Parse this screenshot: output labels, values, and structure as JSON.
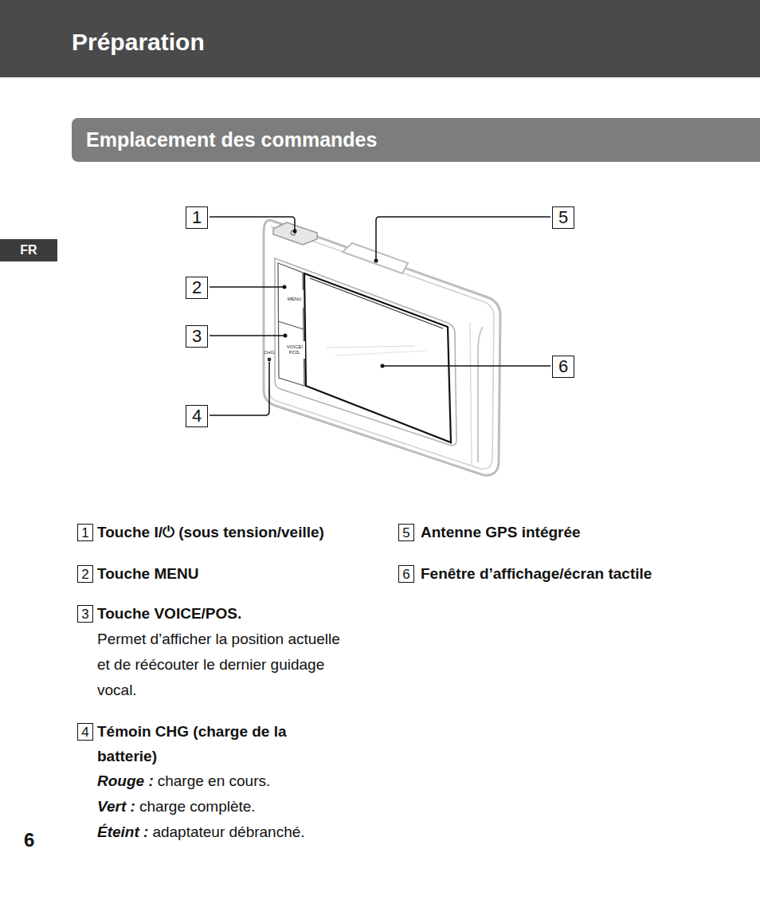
{
  "diagram": {
    "nodes": [
      {
        "text": [
          "Préparation"
        ]
      },
      {
        "text": [
          "Emplacement des commandes"
        ]
      },
      {
        "text": [
          "FR"
        ]
      },
      {
        "text": [
          "1"
        ]
      },
      {
        "text": [
          "5"
        ]
      },
      {
        "text": [
          "2"
        ]
      },
      {
        "text": [
          "MENU"
        ]
      },
      {
        "text": [
          "3"
        ]
      },
      {
        "text": [
          "VOICE/ POS."
        ]
      },
      {
        "text": [
          "6"
        ]
      },
      {
        "text": [
          "4"
        ]
      },
      {
        "text": [
          "1"
        ]
      },
      {
        "text": [
          "2"
        ]
      },
      {
        "text": [
          "3"
        ]
      },
      {
        "text": [
          "4"
        ]
      },
      {
        "text": [
          "5"
        ]
      },
      {
        "text": [
          "6"
        ]
      }
    ],
    "labels": [
      "CHG",
      "Touche I/⏻ (sous tension/veille)",
      "Touche MENU",
      "Touche VOICE/POS.",
      "Permet d’afficher la position actuelle et de réécouter le dernier guidage vocal.",
      "Témoin CHG (charge de la batterie)",
      "Rouge :",
      "charge en cours.",
      "Vert :",
      "charge complète.",
      "Éteint :",
      "adaptateur débranché.",
      "Antenne GPS intégrée",
      "Fenêtre d’affichage/écran tactile",
      "6"
    ]
  }
}
